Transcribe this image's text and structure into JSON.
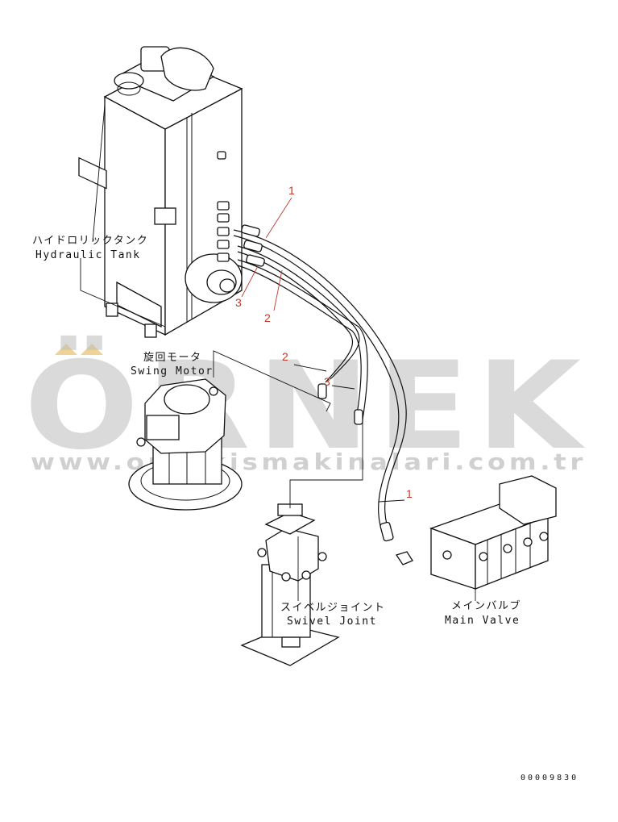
{
  "labels": {
    "hydraulic_tank_jp": "ハイドロリックタンク",
    "hydraulic_tank_en": "Hydraulic Tank",
    "swing_motor_jp": "旋回モータ",
    "swing_motor_en": "Swing Motor",
    "swivel_joint_jp": "スイベルジョイント",
    "swivel_joint_en": "Swivel Joint",
    "main_valve_jp": "メインバルブ",
    "main_valve_en": "Main Valve"
  },
  "callouts": {
    "c1_top": "1",
    "c3_tank": "3",
    "c2_tank": "2",
    "c2_motor": "2",
    "c3_motor": "3",
    "c1_valve": "1"
  },
  "drawing_code": "00009830",
  "watermark": {
    "main": "ÖRNEK",
    "url": "www.ornekismakinalari.com.tr"
  },
  "colors": {
    "callout": "#c0392b",
    "watermark": "#bdbdbd",
    "watermark_accent": "#e8c97a"
  }
}
